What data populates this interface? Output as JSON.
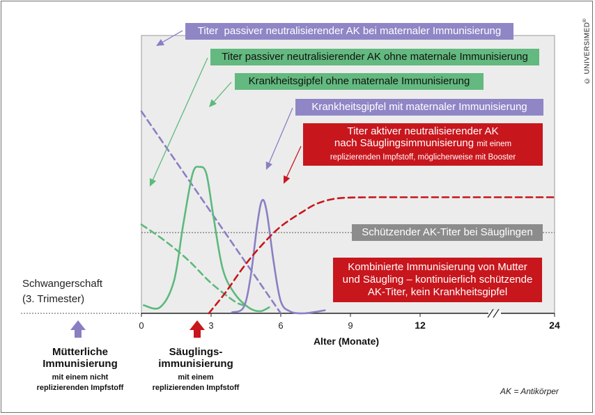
{
  "brand": "© UNIVERSIMED",
  "brand_mark": "®",
  "colors": {
    "purple": "#8a7fc3",
    "green": "#5cb97c",
    "red": "#c8161d",
    "gray": "#8d8d8d",
    "plot_bg": "#ececec",
    "label_purple": "#8f86c6",
    "label_green": "#63b97f",
    "label_red": "#c8161d",
    "label_gray": "#8c8c8c"
  },
  "labels": {
    "titer_maternal": "Titer  passiver neutralisierender AK bei maternaler Immunisierung",
    "titer_no_maternal": "Titer passiver neutralisierender AK ohne maternale Immunisierung",
    "peak_no_maternal": "Krankheitsgipfel ohne maternale Immunisierung",
    "peak_maternal": "Krankheitsgipfel mit maternaler Immunisierung",
    "active_line1": "Titer aktiver neutralisierender AK",
    "active_line2": "nach Säuglingsimmunisierung",
    "active_small1": "mit einem",
    "active_small2": "replizierenden Impfstoff, möglicherweise mit Booster",
    "protective": "Schützender AK-Titer bei Säuglingen",
    "combined": "Kombinierte Immunisierung von Mutter und Säugling – kontinuierlich schützende AK-Titer, kein Krankheitsgipfel"
  },
  "notes": {
    "pregnancy_line1": "Schwangerschaft",
    "pregnancy_line2": "(3. Trimester)",
    "maternal_title": "Mütterliche Immunisierung",
    "maternal_sub1": "mit einem nicht",
    "maternal_sub2": "replizierenden Impfstoff",
    "infant_title": "Säuglings-immunisierung",
    "infant_sub1": "mit einem",
    "infant_sub2": "replizierenden Impfstoff",
    "footnote": "AK = Antikörper"
  },
  "chart_data": {
    "type": "line",
    "xlabel": "Alter (Monate)",
    "ylabel": "",
    "x_ticks": [
      {
        "label": "0",
        "value": 0,
        "bold": false
      },
      {
        "label": "3",
        "value": 3,
        "bold": false
      },
      {
        "label": "6",
        "value": 6,
        "bold": false
      },
      {
        "label": "9",
        "value": 9,
        "bold": false
      },
      {
        "label": "12",
        "value": 12,
        "bold": true
      },
      {
        "label": "24",
        "value": 24,
        "bold": true
      }
    ],
    "axis_break_between": [
      12,
      24
    ],
    "xlim": [
      0,
      24
    ],
    "ylim": [
      0,
      100
    ],
    "protective_threshold": 40,
    "series": [
      {
        "key": "titer_maternal",
        "color": "#8a7fc3",
        "dashed": true,
        "points": [
          [
            0,
            100
          ],
          [
            6,
            0
          ]
        ]
      },
      {
        "key": "titer_no_maternal",
        "color": "#5cb97c",
        "dashed": true,
        "points": [
          [
            0,
            44
          ],
          [
            1,
            36
          ],
          [
            2,
            26.5
          ],
          [
            3,
            15
          ],
          [
            4,
            6
          ],
          [
            4.4,
            4
          ]
        ]
      },
      {
        "key": "peak_no_maternal",
        "color": "#5cb97c",
        "dashed": false,
        "points": [
          [
            0.1,
            4
          ],
          [
            0.8,
            3
          ],
          [
            1.4,
            16
          ],
          [
            1.8,
            44
          ],
          [
            2.2,
            69
          ],
          [
            2.5,
            72.5
          ],
          [
            2.8,
            69
          ],
          [
            3.1,
            48
          ],
          [
            3.5,
            22
          ],
          [
            4,
            10
          ],
          [
            4.6,
            3
          ],
          [
            5.1,
            1
          ],
          [
            5.5,
            3
          ]
        ]
      },
      {
        "key": "peak_maternal",
        "color": "#8a7fc3",
        "dashed": false,
        "points": [
          [
            3.9,
            0.5
          ],
          [
            4.4,
            3
          ],
          [
            4.7,
            18
          ],
          [
            5,
            45
          ],
          [
            5.2,
            56
          ],
          [
            5.4,
            50
          ],
          [
            5.7,
            25
          ],
          [
            6,
            6
          ],
          [
            6.4,
            1
          ],
          [
            7,
            0
          ],
          [
            7.9,
            1.5
          ]
        ]
      },
      {
        "key": "active",
        "color": "#c8161d",
        "dashed": true,
        "points": [
          [
            2.9,
            0
          ],
          [
            3.6,
            10
          ],
          [
            4.4,
            23
          ],
          [
            5.2,
            34
          ],
          [
            6.0,
            43
          ],
          [
            6.9,
            50
          ],
          [
            7.6,
            54.5
          ],
          [
            8.5,
            57
          ],
          [
            10,
            57.5
          ],
          [
            11.5,
            57.5
          ],
          [
            24,
            57.5
          ]
        ]
      }
    ]
  }
}
